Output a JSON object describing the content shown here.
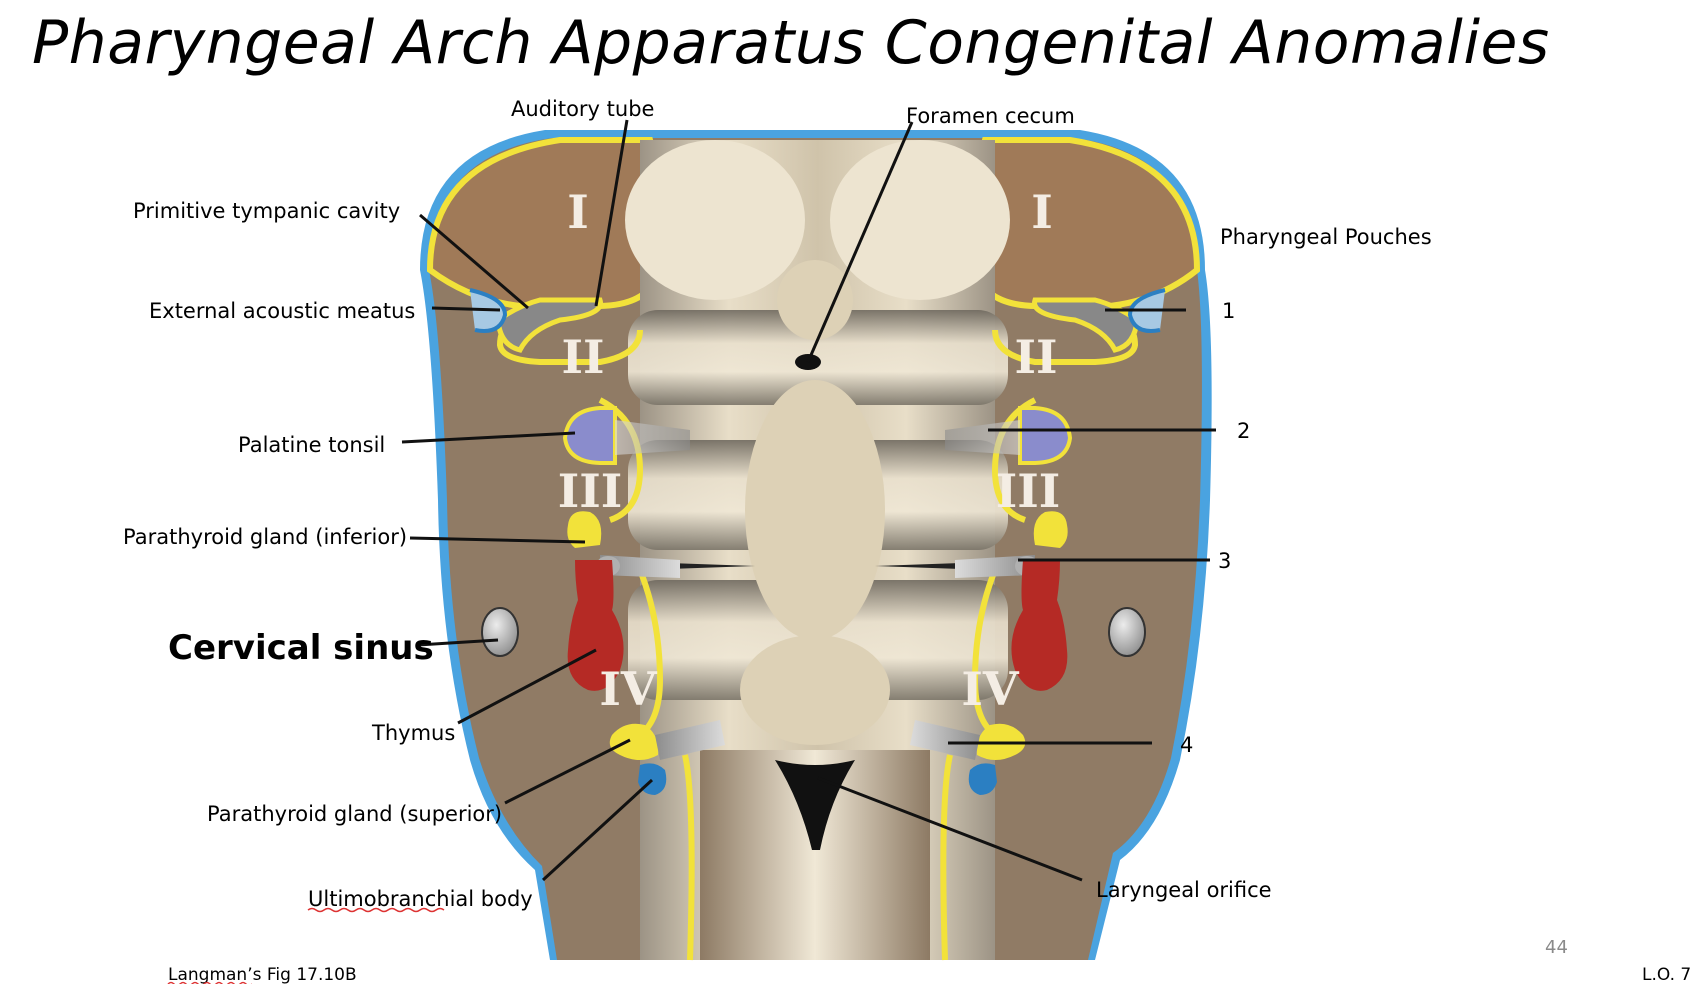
{
  "title": "Pharyngeal Arch Apparatus Congenital Anomalies",
  "arches": {
    "i": "I",
    "ii": "II",
    "iii": "III",
    "iv": "IV"
  },
  "labels": {
    "auditory_tube": "Auditory tube",
    "foramen_cecum": "Foramen cecum",
    "primitive_tympanic_cavity": "Primitive tympanic cavity",
    "external_acoustic_meatus": "External acoustic meatus",
    "palatine_tonsil": "Palatine tonsil",
    "parathyroid_inferior": "Parathyroid gland (inferior)",
    "cervical_sinus": "Cervical sinus",
    "thymus": "Thymus",
    "parathyroid_superior": "Parathyroid gland (superior)",
    "ultimobranchial_body": "Ultimobranchial body",
    "laryngeal_orifice": "Laryngeal orifice",
    "pharyngeal_pouches": "Pharyngeal Pouches"
  },
  "pouches": [
    "1",
    "2",
    "3",
    "4"
  ],
  "footer": {
    "source": "Langman’s Fig 17.10B",
    "page_number": "44",
    "lo": "L.O. 7"
  },
  "colors": {
    "mesenchyme": "#a07a58",
    "mesenchyme_lower": "#907b65",
    "ectoderm": "#4aa3e0",
    "endoderm": "#f2e23a",
    "floor": "#ddd1b6",
    "palatine_tonsil": "#8a8ccc",
    "thymus": "#b52a25",
    "ultimobranchial": "#2b7fc2",
    "sinus": "#a9a9a9"
  }
}
